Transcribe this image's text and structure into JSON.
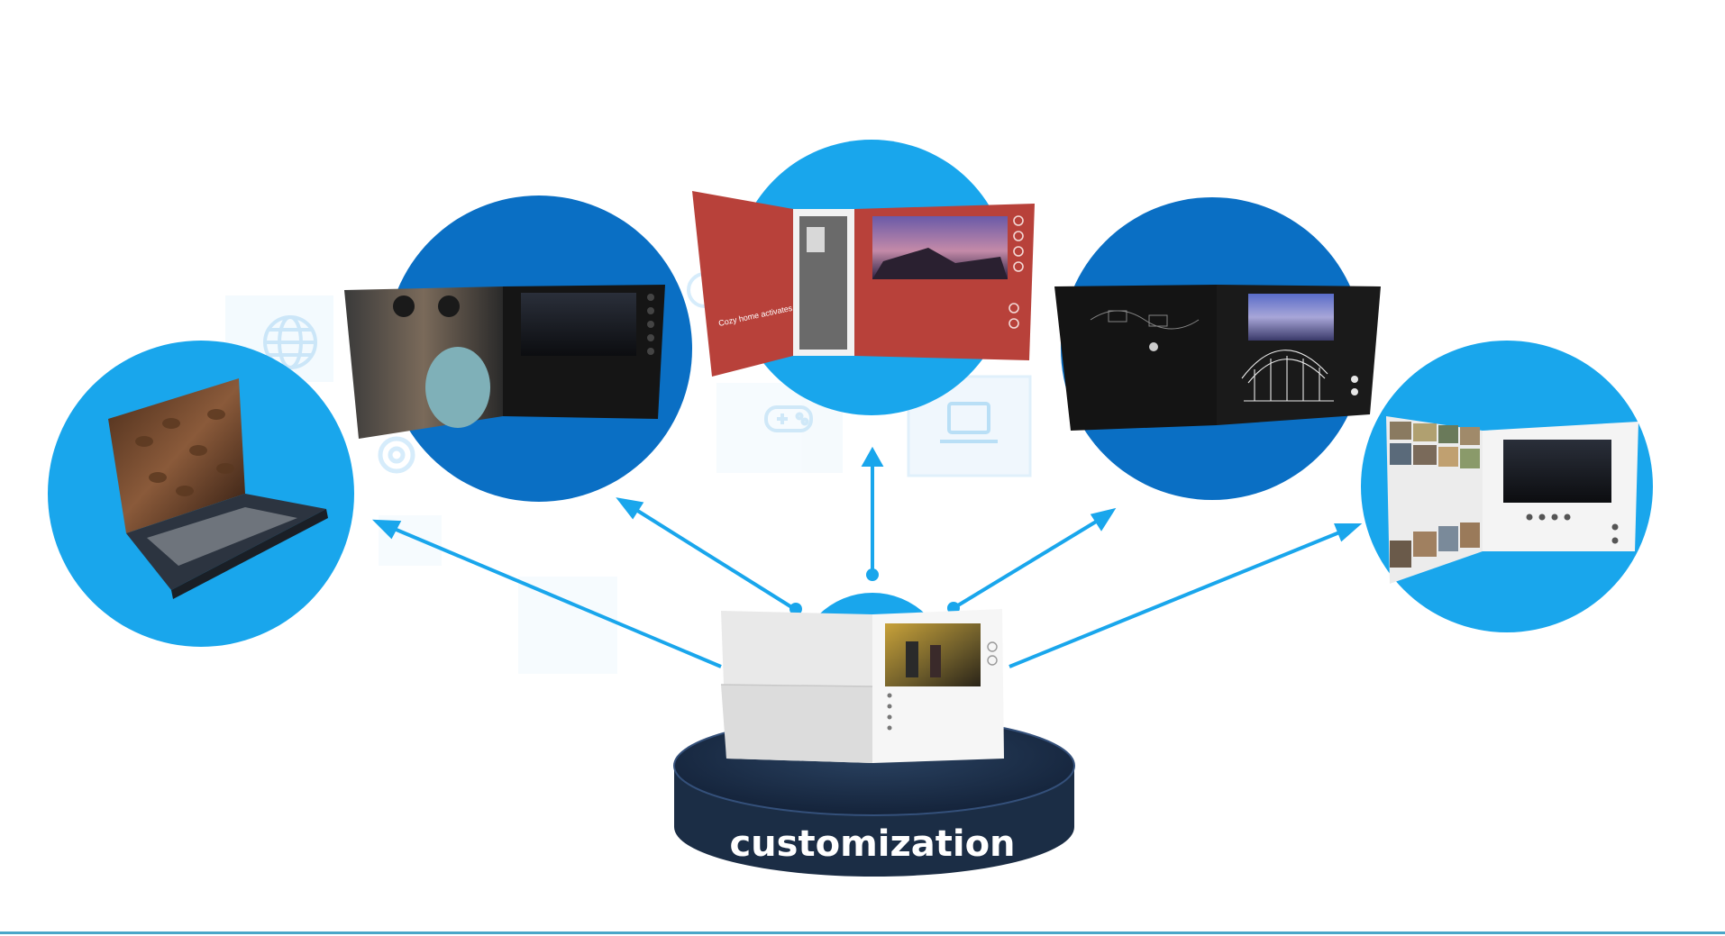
{
  "diagram": {
    "center_label": "customization",
    "card_caption": "Cozy home activates family living",
    "colors": {
      "circle_dark": "#0a6fc4",
      "circle_light": "#19a6ec",
      "arrow": "#19a6ec",
      "pedestal": "#1b2d45",
      "card_red": "#b8413a",
      "ghost_icon": "#d6ecfb"
    },
    "icons": [
      "globe-icon",
      "gear-icon",
      "gamepad-icon",
      "laptop-icon",
      "shield-icon"
    ],
    "products": [
      {
        "id": "coffee-card",
        "circle": "light"
      },
      {
        "id": "fitness-card",
        "circle": "dark"
      },
      {
        "id": "home-card",
        "circle": "light"
      },
      {
        "id": "colosseum-card",
        "circle": "dark"
      },
      {
        "id": "travel-card",
        "circle": "light"
      },
      {
        "id": "center-white-card",
        "circle": "light"
      }
    ]
  }
}
